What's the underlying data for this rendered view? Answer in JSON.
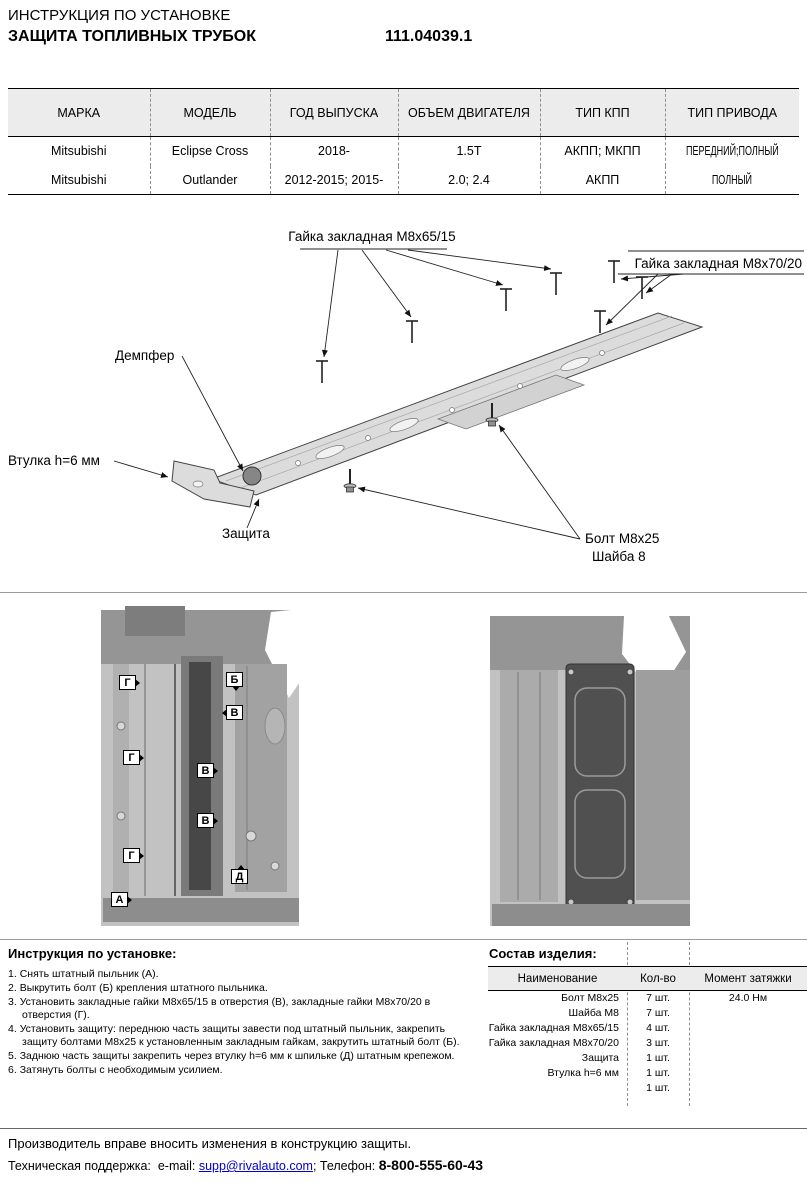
{
  "header": {
    "title": "ИНСТРУКЦИЯ ПО УСТАНОВКЕ",
    "product": "ЗАЩИТА ТОПЛИВНЫХ ТРУБОК",
    "part_number": "111.04039.1"
  },
  "vehicle_table": {
    "headers": [
      "МАРКА",
      "МОДЕЛЬ",
      "ГОД ВЫПУСКА",
      "ОБЪЕМ ДВИГАТЕЛЯ",
      "ТИП КПП",
      "ТИП ПРИВОДА"
    ],
    "rows": [
      [
        "Mitsubishi",
        "Eclipse Cross",
        "2018-",
        "1.5T",
        "АКПП; МКПП",
        "ПЕРЕДНИЙ;ПОЛНЫЙ"
      ],
      [
        "Mitsubishi",
        "Outlander",
        "2012-2015; 2015-",
        "2.0; 2.4",
        "АКПП",
        "ПОЛНЫЙ"
      ]
    ]
  },
  "diagram": {
    "labels": {
      "nut_m8x65": "Гайка закладная М8х65/15",
      "nut_m8x70": "Гайка закладная М8х70/20",
      "damper": "Демпфер",
      "bushing": "Втулка h=6 мм",
      "shield": "Защита",
      "bolt": "Болт М8х25",
      "washer": "Шайба 8"
    }
  },
  "photo_markers": [
    "Г",
    "Б",
    "В",
    "Г",
    "В",
    "В",
    "Г",
    "А",
    "Д"
  ],
  "instructions": {
    "title": "Инструкция по установке:",
    "items": [
      "Снять штатный пыльник (А).",
      "Выкрутить болт (Б) крепления штатного пыльника.",
      "Установить закладные гайки М8х65/15 в отверстия (В), закладные гайки М8х70/20 в отверстия (Г).",
      "Установить защиту: переднюю часть защиты завести под штатный пыльник, закрепить защиту болтами М8х25 к установленным закладным гайкам, закрутить штатный болт (Б).",
      "Заднюю часть защиты закрепить через втулку h=6 мм к шпильке (Д) штатным крепежом.",
      "Затянуть болты с необходимым усилием."
    ]
  },
  "parts": {
    "title": "Состав изделия:",
    "headers": [
      "Наименование",
      "Кол-во",
      "Момент затяжки"
    ],
    "rows": [
      {
        "name": "Болт М8х25",
        "qty": "7 шт.",
        "torque": "24.0 Нм"
      },
      {
        "name": "Шайба М8",
        "qty": "7 шт.",
        "torque": ""
      },
      {
        "name": "Гайка закладная М8х65/15",
        "qty": "4 шт.",
        "torque": ""
      },
      {
        "name": "Гайка закладная М8х70/20",
        "qty": "3 шт.",
        "torque": ""
      },
      {
        "name": "Защита",
        "qty": "1 шт.",
        "torque": ""
      },
      {
        "name": "Втулка h=6 мм",
        "qty": "1 шт.",
        "torque": ""
      },
      {
        "name": "",
        "qty": "1 шт.",
        "torque": ""
      }
    ]
  },
  "footer": {
    "disclaimer": "Производитель вправе вносить изменения в конструкцию защиты.",
    "support_label": "Техническая поддержка:",
    "email_label": "e-mail:",
    "email": "supp@rivalauto.com",
    "phone_label": "; Телефон:",
    "phone": "8-800-555-60-43"
  }
}
